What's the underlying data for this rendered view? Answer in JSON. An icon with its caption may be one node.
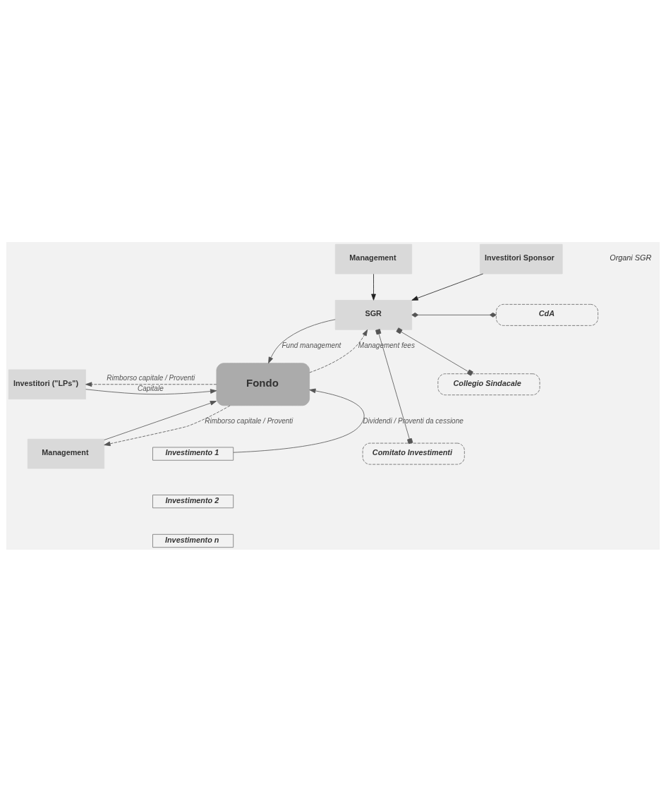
{
  "diagram": {
    "nodes": [
      {
        "text": [
          "Management"
        ]
      },
      {
        "text": [
          "Investitori Sponsor"
        ]
      },
      {
        "text": [
          "SGR"
        ]
      },
      {
        "text": [
          "CdA"
        ]
      },
      {
        "text": [
          "Collegio Sindacale"
        ]
      },
      {
        "text": [
          "Comitato Investimenti"
        ]
      },
      {
        "text": [
          "Investitori (\"LPs\")"
        ]
      },
      {
        "text": [
          "Management"
        ]
      },
      {
        "text": [
          "Fondo"
        ]
      },
      {
        "text": [
          "Investimento 1"
        ]
      },
      {
        "text": [
          "Investimento 2"
        ]
      },
      {
        "text": [
          "Investimento n"
        ]
      }
    ],
    "edges": [
      {
        "from": 0,
        "to": 2,
        "arrow": "to",
        "color": "#222222"
      },
      {
        "from": 1,
        "to": 2,
        "arrow": "to",
        "color": "#222222"
      },
      {
        "from": 2,
        "to": 3,
        "arrow": "other"
      },
      {
        "from": 2,
        "to": 4,
        "arrow": "other"
      },
      {
        "from": 2,
        "to": 5,
        "arrow": "other"
      },
      {
        "from": 2,
        "to": 8,
        "arrow": "to",
        "label": "Fund management"
      },
      {
        "from": 8,
        "to": 2,
        "arrow": "to",
        "label": "Management fees",
        "style": "dashed"
      },
      {
        "from": 8,
        "to": 6,
        "arrow": "to",
        "label": "Rimborso capitale / Proventi",
        "style": "dashed"
      },
      {
        "from": 6,
        "to": 8,
        "arrow": "to",
        "label": "Capitale"
      },
      {
        "from": 7,
        "to": 8,
        "arrow": "to"
      },
      {
        "from": 8,
        "to": 7,
        "arrow": "to",
        "label": "Rimborso capitale / Proventi",
        "style": "dashed"
      },
      {
        "from": 9,
        "to": 8,
        "arrow": "to",
        "label": "Dividendi / Proventi da cessione"
      }
    ],
    "labels": [
      "Organi SGR"
    ]
  }
}
